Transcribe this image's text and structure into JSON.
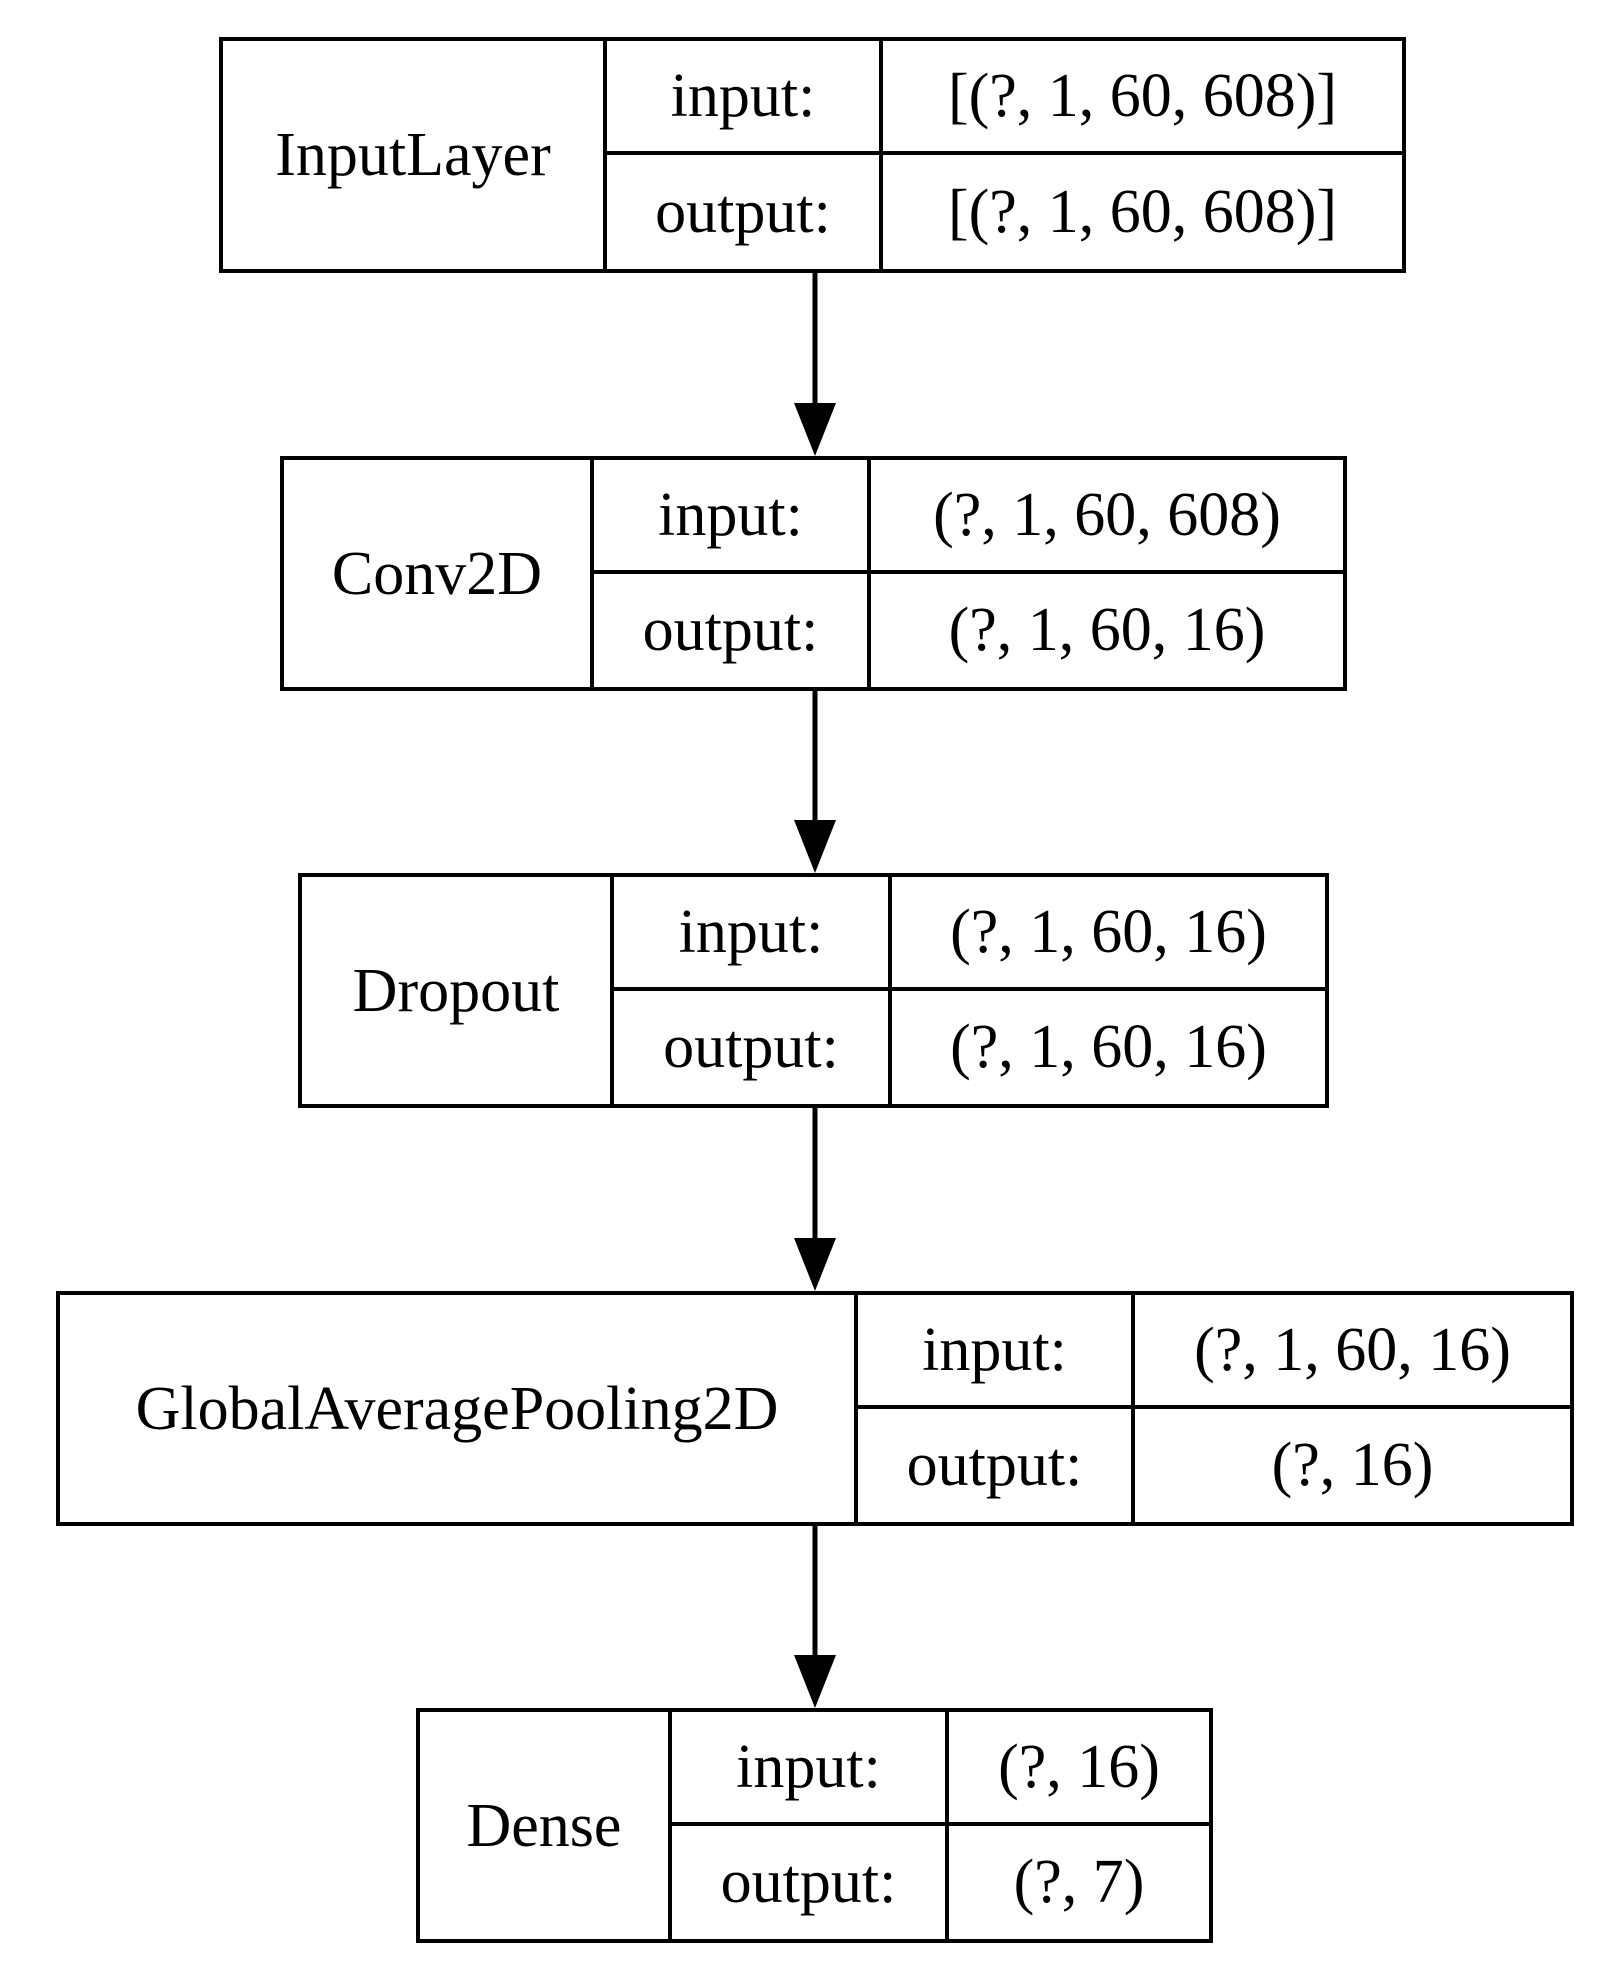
{
  "layers": [
    {
      "name": "InputLayer",
      "input_label": "input:",
      "input_shape": "[(?, 1, 60, 608)]",
      "output_label": "output:",
      "output_shape": "[(?, 1, 60, 608)]"
    },
    {
      "name": "Conv2D",
      "input_label": "input:",
      "input_shape": "(?, 1, 60, 608)",
      "output_label": "output:",
      "output_shape": "(?, 1, 60, 16)"
    },
    {
      "name": "Dropout",
      "input_label": "input:",
      "input_shape": "(?, 1, 60, 16)",
      "output_label": "output:",
      "output_shape": "(?, 1, 60, 16)"
    },
    {
      "name": "GlobalAveragePooling2D",
      "input_label": "input:",
      "input_shape": "(?, 1, 60, 16)",
      "output_label": "output:",
      "output_shape": "(?, 16)"
    },
    {
      "name": "Dense",
      "input_label": "input:",
      "input_shape": "(?, 16)",
      "output_label": "output:",
      "output_shape": "(?, 7)"
    }
  ]
}
